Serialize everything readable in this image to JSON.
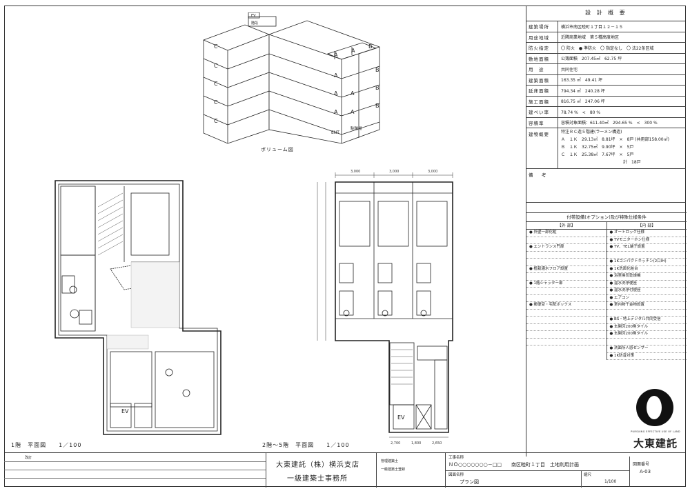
{
  "spec": {
    "title": "設 計 概 要",
    "rows": [
      {
        "label": "建築場所",
        "value": "横浜市南区睦町１丁目１２－１５"
      },
      {
        "label": "用途地域",
        "value": "近隣商業地域　第５種高度地区"
      },
      {
        "label": "防火指定",
        "value": "〇 防火　● 準防火　〇 指定なし　〇 法22条区域"
      },
      {
        "label": "敷地面積",
        "value": "公簿面積　207.45㎡　62.75 坪"
      },
      {
        "label": "用　途",
        "value": "共同住宅"
      },
      {
        "label": "建築面積",
        "value": "163.35 ㎡　49.41 坪"
      },
      {
        "label": "延床面積",
        "value": "794.34 ㎡　240.28 坪"
      },
      {
        "label": "施工面積",
        "value": "816.75 ㎡　247.06 坪"
      },
      {
        "label": "建ぺい率",
        "value": "78.74 %　<　80 %"
      },
      {
        "label": "容積率",
        "value": "容積対象面積：611.40㎡　294.65 %　<　300 %"
      }
    ],
    "units_label": "建物概要",
    "units_note": "特注ＲＣ造５階建(ラーメン構造)",
    "units": [
      "Ａ　１Ｋ　29.13㎡　8.81坪　×　8戸 (共用部158.00㎡)",
      "Ｂ　１Ｋ　32.75㎡　9.90坪　×　5戸",
      "Ｃ　１Ｋ　25.38㎡　7.67坪　×　5戸",
      "計　18戸"
    ],
    "remarks_label": "備　考"
  },
  "equipment": {
    "title": "付帯設備(オプション)及び特殊仕様条件",
    "col_left": "【外 部】",
    "col_right": "【内 部】",
    "left_items": [
      "● 外壁一部化粧",
      "",
      "● エントランス門扉",
      "",
      "",
      "● 植栽灌水フロア設置",
      "",
      "● 1階シャッター扉",
      "",
      "",
      "● 郵便受・宅配ボックス",
      "",
      "",
      "",
      "",
      ""
    ],
    "right_items": [
      "● オートロック仕様",
      "● TVモニターホン仕様",
      "● TV、TEL端子設置",
      "",
      "● 1Kコンパクトキッチン(2口IH)",
      "● 1K洗面化粧台",
      "● 浴室換気乾燥機",
      "● 温水洗浄便座",
      "● 温水洗浄付便座",
      "● エアコン",
      "● 室内物干金物設置",
      "",
      "● BS・地上デジタル共同受信",
      "● 玄関床200角タイル",
      "● 玄関床200角タイル",
      "",
      "● 洗面所人感センサー",
      "● 1K防音対策"
    ]
  },
  "logo": {
    "tagline": "PURSUING EFFECTIVE USE OF LAND",
    "name": "大東建託"
  },
  "title_block": {
    "small_label": "改訂",
    "company_line1": "大東建託（株）横浜支店",
    "company_line2": "一級建築士事務所",
    "architect_label1": "管理建築士",
    "architect_label2": "一級建築士登録",
    "project_label": "工事名称",
    "project_value": "ＮＯ○○○○○○○－□□　　南区睦町１丁目　土地利用計画",
    "drawing_label": "図面名称",
    "drawing_value": "プラン図",
    "scale_label": "縮尺",
    "scale_value": "1/100",
    "drawno_label": "図面番号",
    "drawno_value": "A-03"
  },
  "drawings": {
    "volume_label": "ボリューム図",
    "floor1_label": "1階　平面図　　1／100",
    "floor2_label": "2階～5階　平面図　　1／100",
    "unit_a": "A",
    "unit_b": "B",
    "unit_c": "C",
    "ev": "EV",
    "stair": "階段",
    "ent": "ENT",
    "parking": "駐輪場",
    "dims_top": [
      "3,000",
      "3,000",
      "3,000"
    ],
    "dims_bottom": [
      "2,700",
      "1,800",
      "2,650"
    ]
  }
}
